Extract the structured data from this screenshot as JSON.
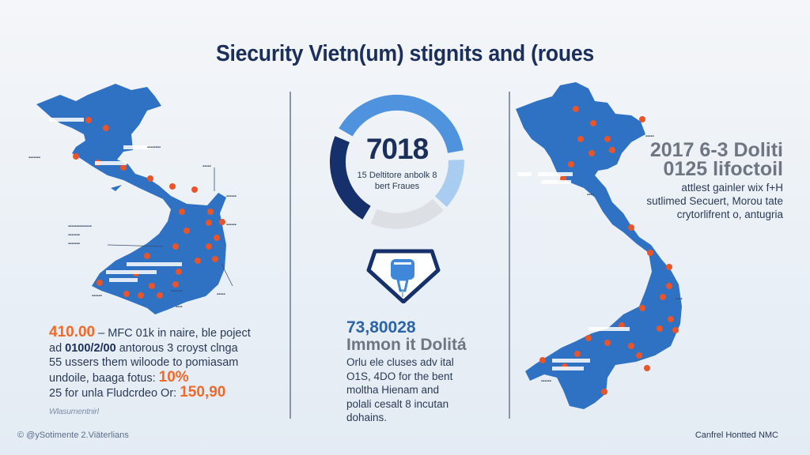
{
  "header": {
    "title": "Siecurity Vietn(um) stignits and (roues"
  },
  "left_panel": {
    "map_icon": "vietnam-map",
    "line1_highlight": "410.00",
    "line1_rest": " – MFC 01k in naire, ble poject",
    "line2_prefix": "ad ",
    "line2_bold": "0100/2/00",
    "line2_rest": " antorous 3 croyst clnga",
    "line3": "55 ussers them wiloode to pomiasam",
    "line4_prefix": "undoile, baaga fotus: ",
    "line4_highlight": "10%",
    "line5_prefix": "25 for unla Fludcrdeo Or: ",
    "line5_highlight": "150,90",
    "note": "Wlasumentnirl"
  },
  "center_panel": {
    "donut": {
      "value": "7018",
      "caption_line1": "15 Deltitore anbolk 8",
      "caption_line2": "bert Fraues",
      "segments": [
        {
          "name": "medium-blue",
          "color": "#4f93df",
          "start": 300,
          "end": 80
        },
        {
          "name": "light-blue",
          "color": "#a9cdf1",
          "start": 82,
          "end": 135
        },
        {
          "name": "light-gray",
          "color": "#dcdfe4",
          "start": 137,
          "end": 208
        },
        {
          "name": "navy",
          "color": "#15306a",
          "start": 210,
          "end": 298
        }
      ]
    },
    "shield_icon": "shield-lock-icon",
    "stat_number": "73,80028",
    "stat_heading": "Immon it Dolitá",
    "body_lines": [
      "Orlu ele cluses adv ital",
      "O1S, 4DO for the bent",
      "moltha Hienam and",
      "polali cesalt 8 incutan",
      "dohains."
    ]
  },
  "right_panel": {
    "map_icon": "vietnam-map",
    "heading_line1": "2017 6-3 Doliti",
    "heading_line2": "0125 lifoctoil",
    "body_lines": [
      "attlest gainler wix f+H",
      "sutlimed Secuert, Morou tate",
      "crytorlifrent o, antugria"
    ]
  },
  "footer": {
    "left": "© @ySotimente 2.Viäterlians",
    "right": "Canfrel Hontted NMC"
  },
  "colors": {
    "title": "#1b2f5a",
    "map_blue": "#2f72c4",
    "marker_orange": "#e8552a",
    "accent_orange": "#ef6a28",
    "accent_blue": "#2b64a8",
    "navy": "#15306a"
  }
}
